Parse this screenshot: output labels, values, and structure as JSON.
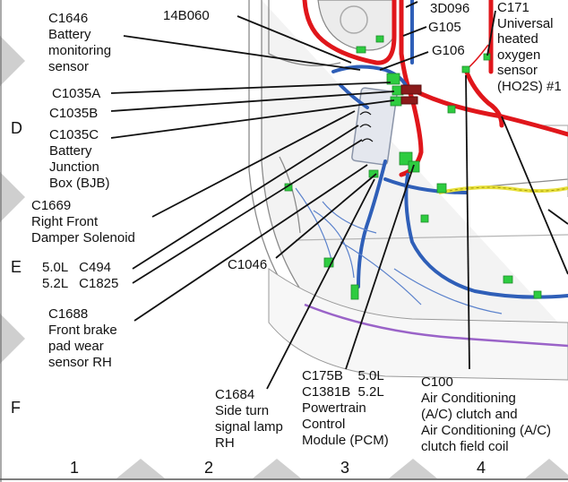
{
  "row_markers": [
    "D",
    "E",
    "F"
  ],
  "column_markers": [
    "1",
    "2",
    "3",
    "4"
  ],
  "callouts": [
    {
      "id": "c1646",
      "text": "C1646\nBattery\nmonitoring\nsensor"
    },
    {
      "id": "p14b060",
      "text": "14B060"
    },
    {
      "id": "p3d096",
      "text": "3D096"
    },
    {
      "id": "c171",
      "text": "C171\nUniversal\nheated\noxygen\nsensor\n(HO2S) #1"
    },
    {
      "id": "g105",
      "text": "G105"
    },
    {
      "id": "g106",
      "text": "G106"
    },
    {
      "id": "c1035a",
      "text": "C1035A"
    },
    {
      "id": "c1035b",
      "text": "C1035B"
    },
    {
      "id": "c1035c",
      "text": "C1035C\nBattery\nJunction\nBox (BJB)"
    },
    {
      "id": "c1669",
      "text": "C1669\nRight Front\nDamper Solenoid"
    },
    {
      "id": "c494",
      "text": "5.0L   C494\n5.2L   C1825"
    },
    {
      "id": "c1046",
      "text": "C1046"
    },
    {
      "id": "c1688",
      "text": "C1688\nFront brake\npad wear\nsensor RH"
    },
    {
      "id": "c1684",
      "text": "C1684\nSide turn\nsignal lamp\nRH"
    },
    {
      "id": "c175b",
      "text": "C175B    5.0L\nC1381B  5.2L\nPowertrain\nControl\nModule (PCM)"
    },
    {
      "id": "c100",
      "text": "C100\nAir Conditioning\n(A/C) clutch and\nAir Conditioning (A/C)\nclutch field coil"
    }
  ],
  "colors": {
    "red_harness": "#e0161b",
    "blue_harness": "#2f5fb8",
    "yellow_harness": "#e8e03a",
    "purple_harness": "#9a63c8",
    "connector_green": "#2ecc40"
  }
}
